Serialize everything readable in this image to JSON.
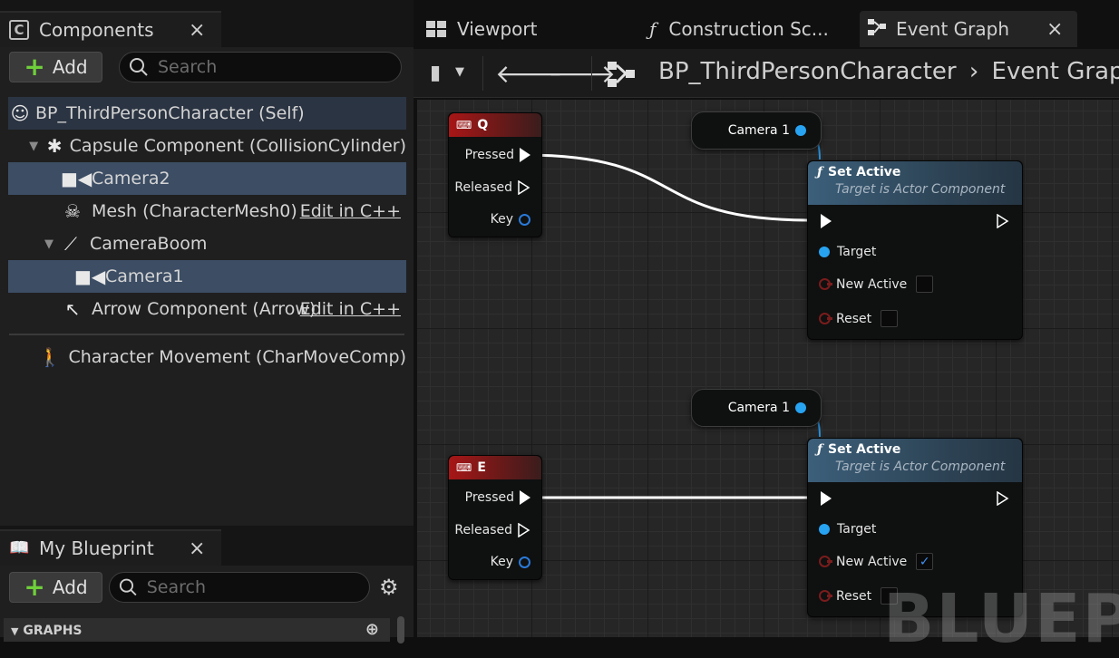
{
  "components_panel": {
    "title": "Components",
    "add_label": "Add",
    "search_placeholder": "Search",
    "tree": {
      "root": "BP_ThirdPersonCharacter (Self)",
      "capsule": "Capsule Component (CollisionCylinder)",
      "camera2": "Camera2",
      "mesh": "Mesh (CharacterMesh0)",
      "mesh_edit": "Edit in C++",
      "cameraboom": "CameraBoom",
      "camera1": "Camera1",
      "arrow": "Arrow Component (Arrow)",
      "arrow_edit": "Edit in C++",
      "charmove": "Character Movement (CharMoveComp)"
    }
  },
  "my_blueprint_panel": {
    "title": "My Blueprint",
    "add_label": "Add",
    "search_placeholder": "Search",
    "graphs_label": "GRAPHS"
  },
  "editor_tabs": [
    {
      "label": "Viewport",
      "icon": "viewport-icon"
    },
    {
      "label": "Construction Sc...",
      "icon": "function-icon"
    },
    {
      "label": "Event Graph",
      "icon": "graph-icon"
    }
  ],
  "breadcrumb": {
    "blueprint": "BP_ThirdPersonCharacter",
    "graph": "Event Graph"
  },
  "graph": {
    "event_q": {
      "key": "Q",
      "pins": [
        "Pressed",
        "Released",
        "Key"
      ]
    },
    "event_e": {
      "key": "E",
      "pins": [
        "Pressed",
        "Released",
        "Key"
      ]
    },
    "getter_1": "Camera 1",
    "getter_2": "Camera 1",
    "set_active_1": {
      "title": "Set Active",
      "subtitle": "Target is Actor Component",
      "pins": [
        "Target",
        "New Active",
        "Reset"
      ],
      "new_active": false
    },
    "set_active_2": {
      "title": "Set Active",
      "subtitle": "Target is Actor Component",
      "pins": [
        "Target",
        "New Active",
        "Reset"
      ],
      "new_active": true
    },
    "watermark": "BLUEP"
  },
  "colors": {
    "selected_row": "#3c4d64",
    "event_header": "#a81616",
    "function_header": "#3c5f7a",
    "object_pin": "#27a3f2",
    "bool_pin": "#7a1c1c",
    "add_plus": "#6fcf3a"
  }
}
